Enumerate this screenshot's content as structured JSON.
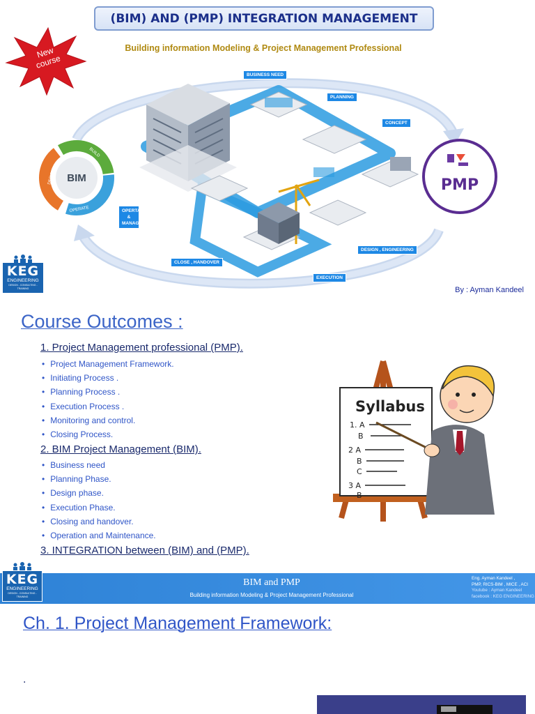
{
  "header": {
    "title": "(BIM) AND (PMP) INTEGRATION MANAGEMENT",
    "subtitle": "Building information Modeling & Project Management Professional",
    "badge_text": "New course",
    "author": "By : Ayman Kandeel"
  },
  "diagram": {
    "tags": {
      "business_need": "BUSINESS NEED",
      "planning": "PLANNING",
      "concept": "CONCEPT",
      "design_engineering": "DESIGN , ENGINEERING",
      "execution": "EXECUTION",
      "close_handover": "CLOSE , HANDOVER",
      "operate_manage": "OPERTAE & MANAGE"
    },
    "bim_cycle": {
      "center": "BIM",
      "labels": [
        "DESIGN",
        "BUILD",
        "OPERATE"
      ]
    },
    "pmp_logo": "PMP",
    "colors": {
      "accent": "#1d88e5",
      "pmp_purple": "#5a2d91",
      "star_red": "#d71921"
    }
  },
  "logo": {
    "name": "KEG",
    "sub": "ENGINEERING",
    "tagline": "DESIGN - CONSULTING - TRAINING"
  },
  "outcomes": {
    "heading": "Course Outcomes :",
    "sections": [
      {
        "title": "1. Project Management professional (PMP).",
        "items": [
          "Project Management Framework.",
          "Initiating Process .",
          "Planning Process .",
          "Execution Process .",
          "Monitoring and control.",
          "Closing Process."
        ]
      },
      {
        "title": "2. BIM Project Management (BIM).",
        "items": [
          "Business need",
          "Planning Phase.",
          "Design phase.",
          "Execution Phase.",
          "Closing and handover.",
          "Operation and Maintenance."
        ]
      },
      {
        "title": "3. INTEGRATION between (BIM) and (PMP).",
        "items": []
      }
    ]
  },
  "syllabus": {
    "title": "Syllabus",
    "lines": [
      "1. A",
      "B",
      "2 A",
      "B",
      "C",
      "3 A",
      "B"
    ]
  },
  "band": {
    "title": "BIM and PMP",
    "subtitle": "Building information Modeling & Project Management Professional",
    "right": [
      "Eng. Ayman Kandeel ,",
      "PMP, RICS-BIM , MICE , ACI",
      "Youtube : Ayman Kandeel",
      "facebook : KEG ENGINEERING"
    ]
  },
  "chapter": {
    "heading": "Ch. 1. Project Management Framework:",
    "dot": "."
  }
}
